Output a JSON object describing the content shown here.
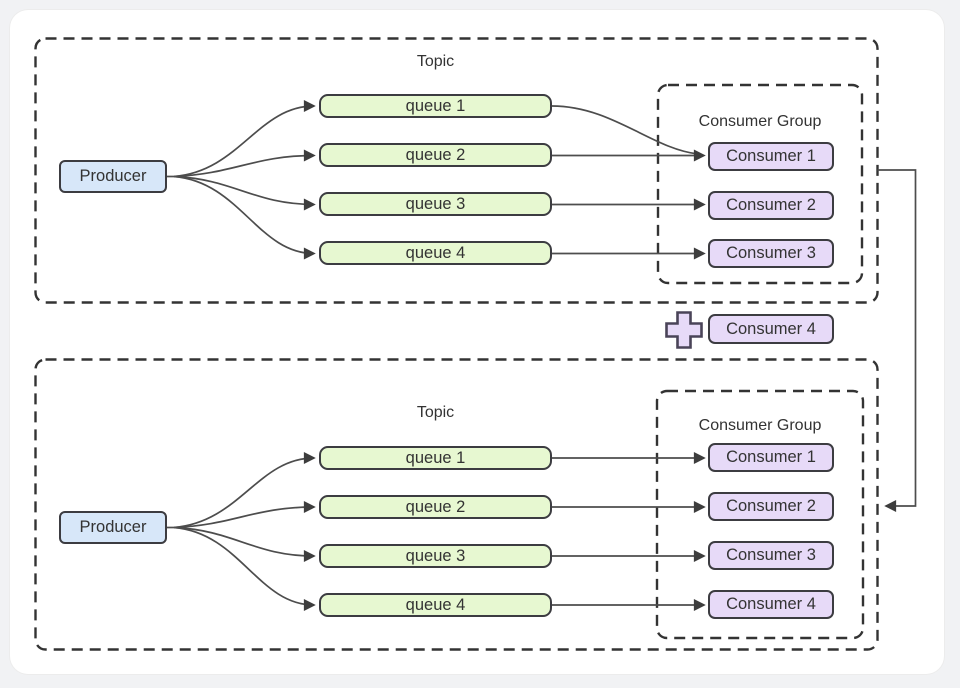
{
  "colors": {
    "page_background": "#f1f2f4",
    "card_background": "#ffffff",
    "dashed_border": "#333333",
    "box_border": "#3c3c41",
    "arrow_line": "#4d4d4d",
    "text": "#333333",
    "producer_fill": "#d7e7f9",
    "queue_fill": "#e7f8d1",
    "consumer_fill": "#e7daf8",
    "plus_fill": "#e7daf8",
    "plus_stroke": "#4a4458"
  },
  "icons": {
    "plus": "plus-icon"
  },
  "top_panel": {
    "topic_label": "Topic",
    "producer_label": "Producer",
    "queues": [
      "queue 1",
      "queue 2",
      "queue 3",
      "queue 4"
    ],
    "consumer_group": {
      "title": "Consumer Group",
      "consumers": [
        "Consumer 1",
        "Consumer 2",
        "Consumer 3"
      ]
    }
  },
  "middle": {
    "added_consumer_label": "Consumer 4"
  },
  "bottom_panel": {
    "topic_label": "Topic",
    "producer_label": "Producer",
    "queues": [
      "queue 1",
      "queue 2",
      "queue 3",
      "queue 4"
    ],
    "consumer_group": {
      "title": "Consumer Group",
      "consumers": [
        "Consumer 1",
        "Consumer 2",
        "Consumer 3",
        "Consumer 4"
      ]
    }
  }
}
